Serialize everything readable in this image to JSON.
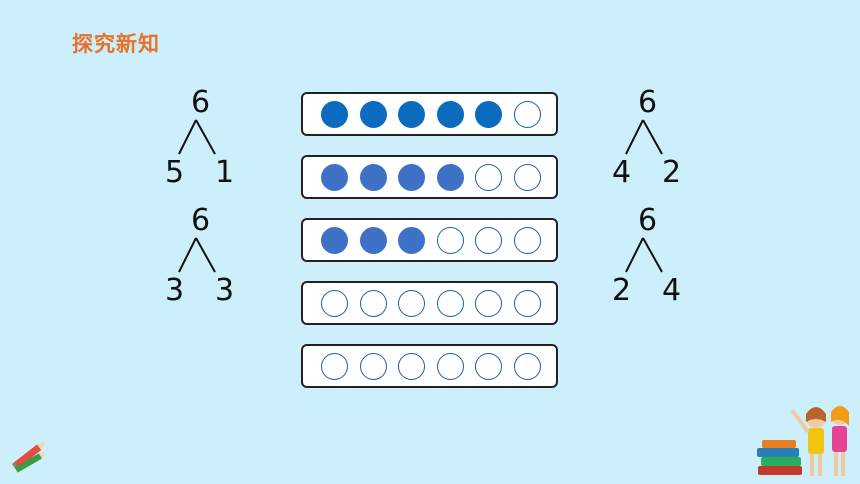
{
  "title": "探究新知",
  "colors": {
    "background": "#cdeffb",
    "title": "#e8722a",
    "filled_dark": "#0b6bbf",
    "filled_medium": "#3f72c7",
    "empty": "#ffffff"
  },
  "trees": [
    {
      "top": "6",
      "left": "5",
      "right": "1"
    },
    {
      "top": "6",
      "left": "3",
      "right": "3"
    },
    {
      "top": "6",
      "left": "4",
      "right": "2"
    },
    {
      "top": "6",
      "left": "2",
      "right": "4"
    }
  ],
  "frames": [
    {
      "filled": 5,
      "total": 6,
      "color": "#0b6bbf"
    },
    {
      "filled": 4,
      "total": 6,
      "color": "#3f72c7"
    },
    {
      "filled": 3,
      "total": 6,
      "color": "#3f72c7"
    },
    {
      "filled": 0,
      "total": 6,
      "color": "#3f72c7"
    },
    {
      "filled": 0,
      "total": 6,
      "color": "#3f72c7"
    }
  ],
  "decorations": [
    "pencils-icon",
    "kids-with-books-illustration"
  ]
}
